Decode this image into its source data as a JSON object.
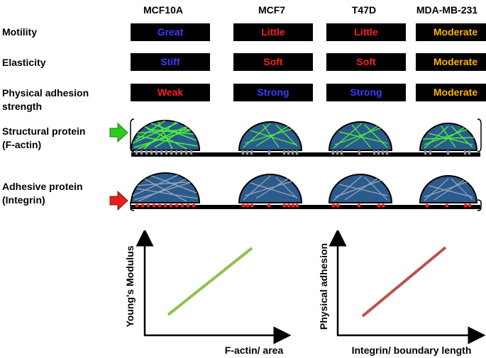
{
  "columns": [
    "MCF10A",
    "MCF7",
    "T47D",
    "MDA-MB-231"
  ],
  "rows": [
    {
      "label": "Motility",
      "values": [
        "Great",
        "Little",
        "Little",
        "Moderate"
      ]
    },
    {
      "label": "Elasticity",
      "values": [
        "Stiff",
        "Soft",
        "Soft",
        "Moderate"
      ]
    },
    {
      "label": "Physical adhesion strength",
      "label_line1": "Physical adhesion",
      "label_line2": "strength",
      "values": [
        "Weak",
        "Strong",
        "Strong",
        "Moderate"
      ]
    }
  ],
  "protein_rows": [
    {
      "label_line1": "Structural protein",
      "label_line2": "(F-actin)",
      "arrow_icon": "green-arrow-icon",
      "arrow_color": "#2ecc1a"
    },
    {
      "label_line1": "Adhesive protein",
      "label_line2": "(Integrin)",
      "arrow_icon": "red-arrow-icon",
      "arrow_color": "#e8201a"
    }
  ],
  "value_colors": {
    "blue": "#3d3dff",
    "red": "#ff1f1f",
    "orange": "#ffb400"
  },
  "plots": [
    {
      "ylabel": "Young's Modulus",
      "xlabel": "F-actin/ area",
      "line_color": "#92c050",
      "trend": "increasing"
    },
    {
      "ylabel": "Physical adhesion",
      "xlabel": "Integrin/ boundary length",
      "line_color": "#c0504d",
      "trend": "increasing"
    }
  ]
}
